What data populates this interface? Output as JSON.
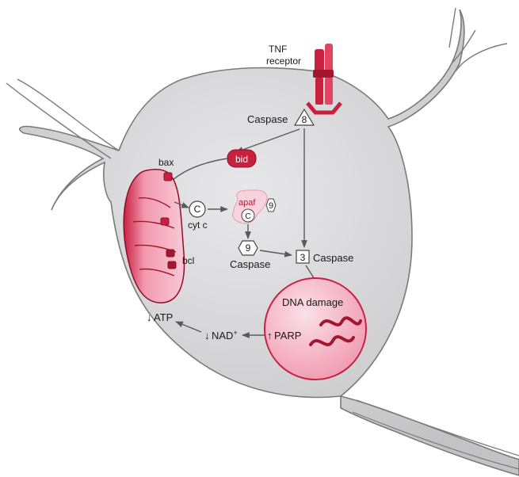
{
  "labels": {
    "tnf_receptor_line1": "TNF",
    "tnf_receptor_line2": "receptor",
    "caspase_8_label": "Caspase",
    "caspase_8_num": "8",
    "bid": "bid",
    "bax": "bax",
    "cyt_c_symbol": "C",
    "cyt_c_label": "cyt c",
    "apaf": "apaf",
    "apaf_casp_num": "9",
    "apaf_c": "C",
    "caspase_9_num": "9",
    "caspase_9_label": "Caspase",
    "caspase_3_num": "3",
    "caspase_3_label": "Caspase",
    "bcl": "bcl",
    "dna_damage": "DNA damage",
    "parp": "PARP",
    "nad": "NAD",
    "nad_sup": "+",
    "atp": "ATP",
    "up_arrow": "↑",
    "down_arrow": "↓"
  },
  "colors": {
    "cell_fill": "#d2d2d4",
    "cell_outline": "#7a7a7c",
    "pink_fill": "#f2a7b9",
    "pink_light": "#f8d2dc",
    "red": "#c8213f",
    "dark_red": "#8e0f28"
  }
}
